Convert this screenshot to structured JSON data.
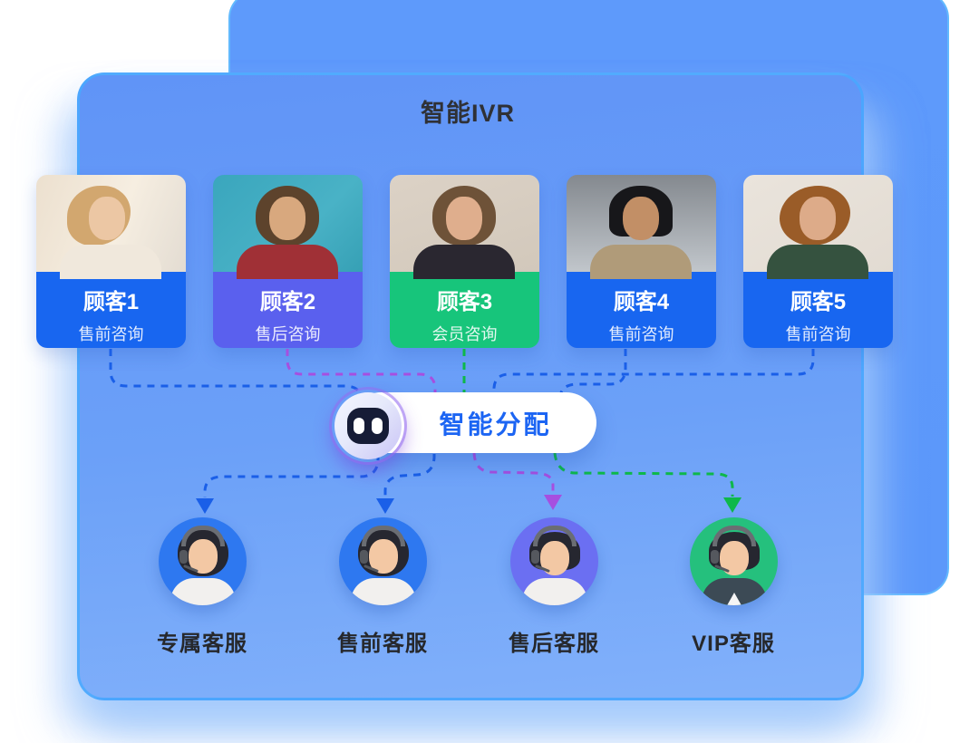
{
  "title": "智能IVR",
  "customers": [
    {
      "name": "顾客1",
      "tag": "售前咨询",
      "color": "#1866f0"
    },
    {
      "name": "顾客2",
      "tag": "售后咨询",
      "color": "#5a60ee"
    },
    {
      "name": "顾客3",
      "tag": "会员咨询",
      "color": "#17c57b"
    },
    {
      "name": "顾客4",
      "tag": "售前咨询",
      "color": "#1866f0"
    },
    {
      "name": "顾客5",
      "tag": "售前咨询",
      "color": "#1866f0"
    }
  ],
  "dispatcher": {
    "label": "智能分配",
    "icon": "robot-icon",
    "text_color": "#1c65f3",
    "background": "#ffffff"
  },
  "agents": [
    {
      "label": "专属客服",
      "avatar_color": "#2e78f0",
      "arrow_color": "#1a5fe8"
    },
    {
      "label": "售前客服",
      "avatar_color": "#2e78f0",
      "arrow_color": "#1a5fe8"
    },
    {
      "label": "售后客服",
      "avatar_color": "#6b6ff2",
      "arrow_color": "#a64fe0"
    },
    {
      "label": "VIP客服",
      "avatar_color": "#25c07d",
      "arrow_color": "#0eb84a"
    }
  ],
  "connector_colors": {
    "blue": "#1a5fe8",
    "purple": "#a64fe0",
    "green": "#0eb84a"
  },
  "panel_colors": {
    "back_panel": "#5d99fa",
    "main_panel": "#6a9ef8",
    "panel_border": "#46aaff"
  }
}
